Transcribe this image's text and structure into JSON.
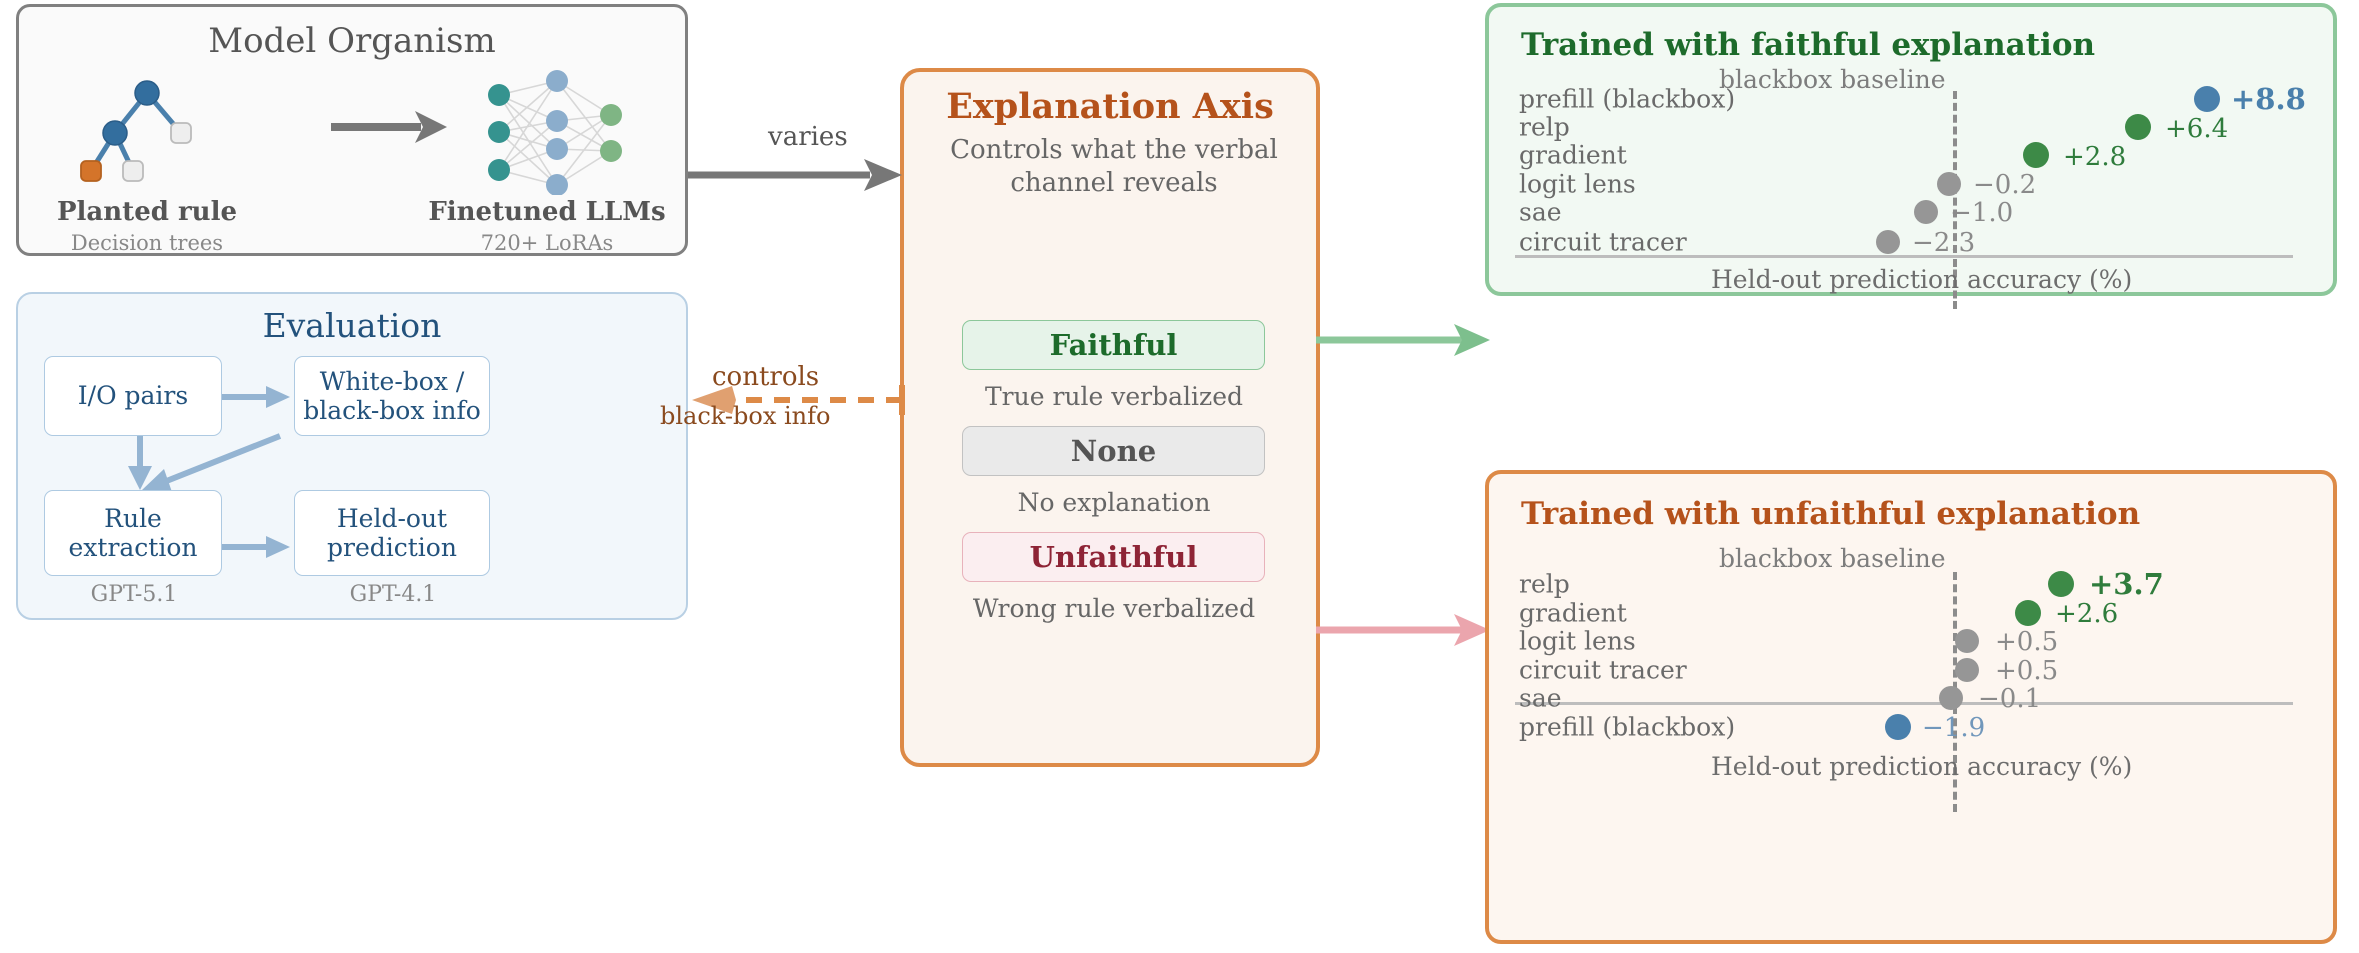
{
  "model_organism": {
    "title": "Model Organism",
    "left": {
      "label": "Planted rule",
      "caption": "Decision trees",
      "icon": "decision-tree-icon"
    },
    "right": {
      "label": "Finetuned LLMs",
      "caption": "720+ LoRAs",
      "icon": "neural-network-icon"
    },
    "arrow_icon": "arrow-right-icon"
  },
  "evaluation": {
    "title": "Evaluation",
    "boxes": [
      {
        "label": "I/O pairs"
      },
      {
        "label": "White-box /\nblack-box info"
      },
      {
        "label": "Rule\nextraction"
      },
      {
        "label": "Held-out\nprediction"
      }
    ],
    "captions": [
      "GPT-5.1",
      "GPT-4.1"
    ]
  },
  "explanation_axis": {
    "title": "Explanation Axis",
    "subtitle": "Controls what the verbal channel reveals",
    "options": [
      {
        "name": "faithful",
        "label": "Faithful",
        "caption": "True rule verbalized"
      },
      {
        "name": "none",
        "label": "None",
        "caption": "No explanation"
      },
      {
        "name": "unfaithful",
        "label": "Unfaithful",
        "caption": "Wrong rule verbalized"
      }
    ]
  },
  "connectors": {
    "varies": "varies",
    "controls": "controls",
    "black_box_info": "black-box info"
  },
  "chart_data": [
    {
      "type": "scatter",
      "name": "faithful",
      "title": "Trained with faithful explanation",
      "title_color": "#1d6b2b",
      "xlabel": "Held-out prediction accuracy (%)",
      "baseline_label": "blackbox baseline",
      "baseline_value": 0,
      "categories": [
        "prefill (blackbox)",
        "relp",
        "gradient",
        "logit lens",
        "sae",
        "circuit tracer"
      ],
      "values": [
        8.8,
        6.4,
        2.8,
        -0.2,
        -1.0,
        -2.3
      ],
      "value_labels": [
        "+8.8",
        "+6.4",
        "+2.8",
        "−0.2",
        "−1.0",
        "−2.3"
      ],
      "point_colors": [
        "#4a80ac",
        "#3d8a47",
        "#3d8a47",
        "#969696",
        "#969696",
        "#969696"
      ],
      "label_bold": [
        true,
        false,
        false,
        false,
        false,
        false
      ],
      "separator_after_index": 2
    },
    {
      "type": "scatter",
      "name": "unfaithful",
      "title": "Trained with unfaithful explanation",
      "title_color": "#b5521b",
      "xlabel": "Held-out prediction accuracy (%)",
      "baseline_label": "blackbox baseline",
      "baseline_value": 0,
      "categories": [
        "relp",
        "gradient",
        "logit lens",
        "circuit tracer",
        "sae",
        "prefill (blackbox)"
      ],
      "values": [
        3.7,
        2.6,
        0.5,
        0.5,
        -0.1,
        -1.9
      ],
      "value_labels": [
        "+3.7",
        "+2.6",
        "+0.5",
        "+0.5",
        "−0.1",
        "−1.9"
      ],
      "point_colors": [
        "#3d8a47",
        "#3d8a47",
        "#969696",
        "#969696",
        "#969696",
        "#4a80ac"
      ],
      "label_bold": [
        true,
        false,
        false,
        false,
        false,
        false
      ],
      "separator_after_index": 1
    }
  ],
  "colors": {
    "green": "#3d8a47",
    "blue": "#4a80ac",
    "gray": "#969696",
    "orange": "#dd8a47",
    "pink": "#eba5ad",
    "light_green": "#8cc79a"
  }
}
